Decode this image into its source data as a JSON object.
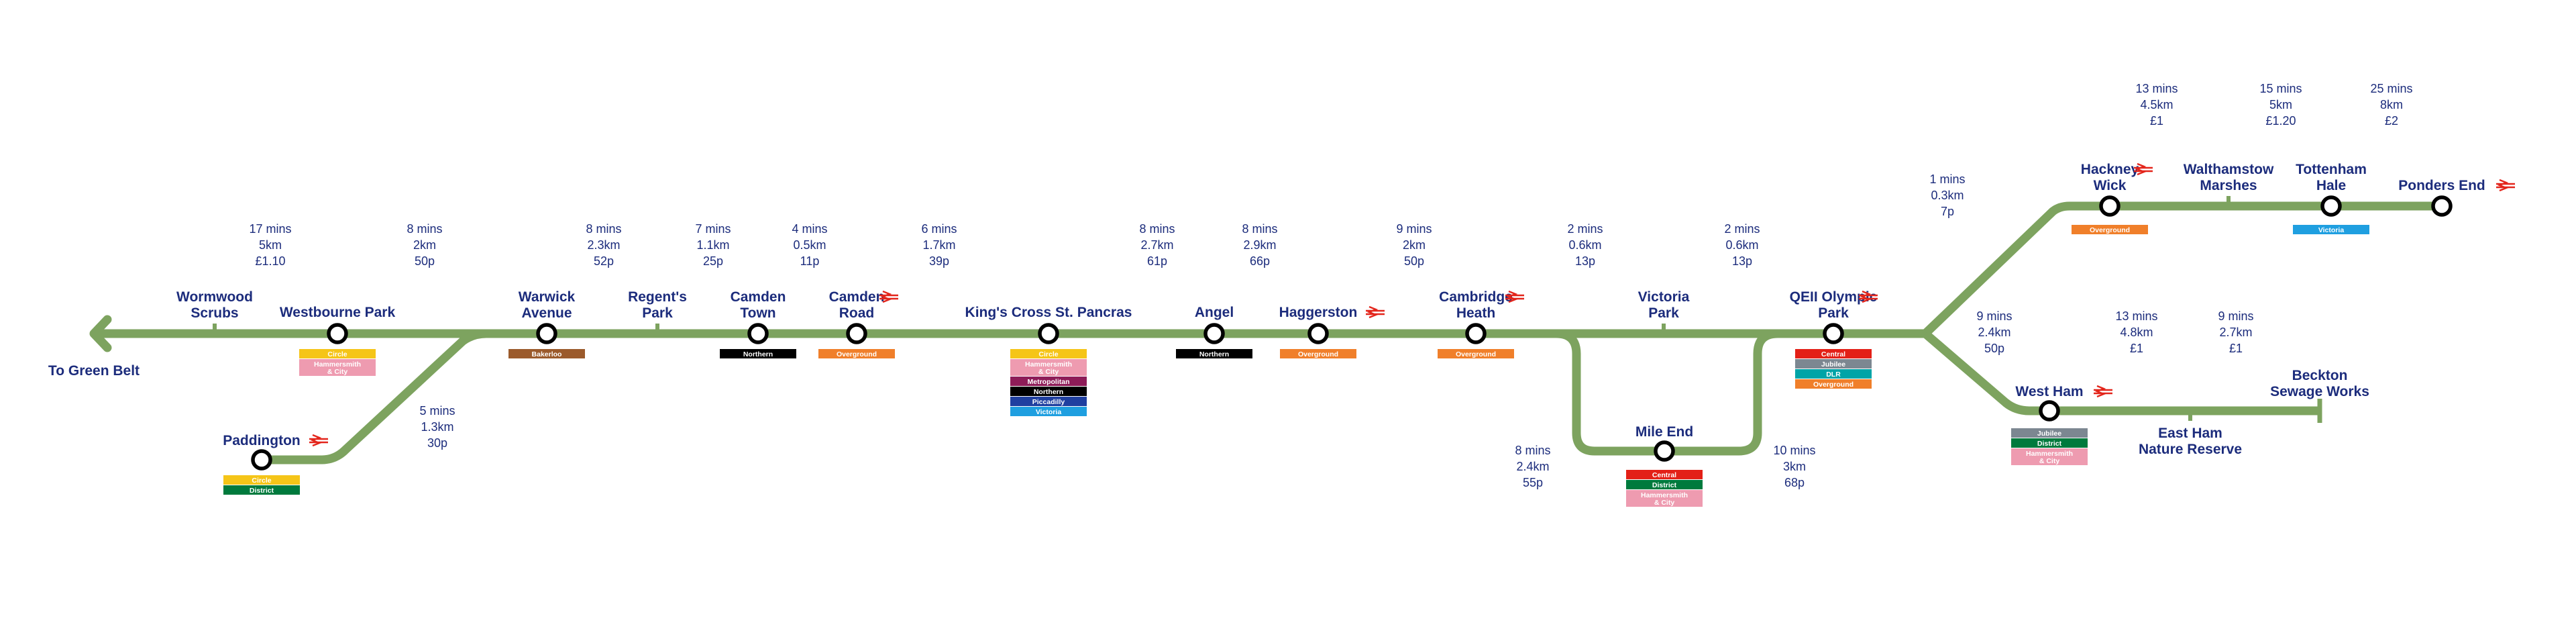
{
  "colors": {
    "route": "#7da35f",
    "text": "#1c2c7c",
    "rail_icon": "#e3251b",
    "Circle": "#f5c518",
    "Hammersmith & City": "#ee9bb0",
    "Metropolitan": "#8e1c58",
    "Northern": "#000000",
    "Piccadilly": "#1f3fa0",
    "Victoria": "#1f9fe0",
    "District": "#007a3d",
    "Bakerloo": "#9b5a2b",
    "Overground": "#f07f2a",
    "Central": "#e32017",
    "Jubilee": "#7c8791",
    "DLR": "#00a4a7"
  },
  "terminus": {
    "label": "To Green Belt",
    "icon": "arrow-left-icon"
  },
  "stations": [
    {
      "id": "wormwood-scrubs",
      "lines": [
        "Wormwood",
        "Scrubs"
      ],
      "kind": "tick"
    },
    {
      "id": "westbourne-park",
      "lines": [
        "Westbourne Park"
      ],
      "kind": "interchange",
      "services": [
        "Circle",
        "Hammersmith & City"
      ]
    },
    {
      "id": "paddington",
      "lines": [
        "Paddington"
      ],
      "kind": "interchange",
      "rail": true,
      "services": [
        "Circle",
        "District"
      ]
    },
    {
      "id": "warwick-avenue",
      "lines": [
        "Warwick",
        "Avenue"
      ],
      "kind": "interchange",
      "services": [
        "Bakerloo"
      ]
    },
    {
      "id": "regents-park",
      "lines": [
        "Regent's",
        "Park"
      ],
      "kind": "tick"
    },
    {
      "id": "camden-town",
      "lines": [
        "Camden",
        "Town"
      ],
      "kind": "interchange",
      "services": [
        "Northern"
      ]
    },
    {
      "id": "camden-road",
      "lines": [
        "Camden",
        "Road"
      ],
      "kind": "interchange",
      "rail": true,
      "services": [
        "Overground"
      ]
    },
    {
      "id": "kings-cross",
      "lines": [
        "King's Cross St. Pancras"
      ],
      "kind": "interchange",
      "services": [
        "Circle",
        "Hammersmith & City",
        "Metropolitan",
        "Northern",
        "Piccadilly",
        "Victoria"
      ]
    },
    {
      "id": "angel",
      "lines": [
        "Angel"
      ],
      "kind": "interchange",
      "services": [
        "Northern"
      ]
    },
    {
      "id": "haggerston",
      "lines": [
        "Haggerston"
      ],
      "kind": "interchange",
      "rail": true,
      "services": [
        "Overground"
      ]
    },
    {
      "id": "cambridge-heath",
      "lines": [
        "Cambridge",
        "Heath"
      ],
      "kind": "interchange",
      "rail": true,
      "services": [
        "Overground"
      ]
    },
    {
      "id": "victoria-park",
      "lines": [
        "Victoria",
        "Park"
      ],
      "kind": "tick"
    },
    {
      "id": "mile-end",
      "lines": [
        "Mile End"
      ],
      "kind": "interchange",
      "services": [
        "Central",
        "District",
        "Hammersmith & City"
      ]
    },
    {
      "id": "qeii-olympic-park",
      "lines": [
        "QEII Olympic",
        "Park"
      ],
      "kind": "interchange",
      "rail": true,
      "services": [
        "Central",
        "Jubilee",
        "DLR",
        "Overground"
      ]
    },
    {
      "id": "hackney-wick",
      "lines": [
        "Hackney",
        "Wick"
      ],
      "kind": "interchange",
      "rail": true,
      "services": [
        "Overground"
      ]
    },
    {
      "id": "walthamstow-marshes",
      "lines": [
        "Walthamstow",
        "Marshes"
      ],
      "kind": "tick"
    },
    {
      "id": "tottenham-hale",
      "lines": [
        "Tottenham",
        "Hale"
      ],
      "kind": "interchange",
      "services": [
        "Victoria"
      ]
    },
    {
      "id": "ponders-end",
      "lines": [
        "Ponders End"
      ],
      "kind": "interchange",
      "rail": true,
      "services": []
    },
    {
      "id": "west-ham",
      "lines": [
        "West Ham"
      ],
      "kind": "interchange",
      "rail": true,
      "services": [
        "Jubilee",
        "District",
        "Hammersmith & City"
      ]
    },
    {
      "id": "east-ham-nature-reserve",
      "lines": [
        "East Ham",
        "Nature Reserve"
      ],
      "kind": "tick"
    },
    {
      "id": "beckton-sewage-works",
      "lines": [
        "Beckton",
        "Sewage Works"
      ],
      "kind": "terminus"
    }
  ],
  "segments": [
    {
      "id": "wormwood-westbourne",
      "lines": [
        "17 mins",
        "5km",
        "£1.10"
      ]
    },
    {
      "id": "westbourne-warwick",
      "lines": [
        "8 mins",
        "2km",
        "50p"
      ]
    },
    {
      "id": "paddington-branch",
      "lines": [
        "5 mins",
        "1.3km",
        "30p"
      ]
    },
    {
      "id": "warwick-regents",
      "lines": [
        "8 mins",
        "2.3km",
        "52p"
      ]
    },
    {
      "id": "regents-camdentown",
      "lines": [
        "7 mins",
        "1.1km",
        "25p"
      ]
    },
    {
      "id": "camdentown-camdenroad",
      "lines": [
        "4 mins",
        "0.5km",
        "11p"
      ]
    },
    {
      "id": "camdenroad-kingscross",
      "lines": [
        "6 mins",
        "1.7km",
        "39p"
      ]
    },
    {
      "id": "kingscross-angel",
      "lines": [
        "8 mins",
        "2.7km",
        "61p"
      ]
    },
    {
      "id": "angel-haggerston",
      "lines": [
        "8 mins",
        "2.9km",
        "66p"
      ]
    },
    {
      "id": "haggerston-cambridge",
      "lines": [
        "9 mins",
        "2km",
        "50p"
      ]
    },
    {
      "id": "cambridge-victoriapark",
      "lines": [
        "2 mins",
        "0.6km",
        "13p"
      ]
    },
    {
      "id": "victoriapark-qeii",
      "lines": [
        "2 mins",
        "0.6km",
        "13p"
      ]
    },
    {
      "id": "cambridge-mileend",
      "lines": [
        "8 mins",
        "2.4km",
        "55p"
      ]
    },
    {
      "id": "mileend-qeii",
      "lines": [
        "10 mins",
        "3km",
        "68p"
      ]
    },
    {
      "id": "qeii-hackneywick",
      "lines": [
        "1 mins",
        "0.3km",
        "7p"
      ]
    },
    {
      "id": "hackneywick-walthamstow",
      "lines": [
        "13 mins",
        "4.5km",
        "£1"
      ]
    },
    {
      "id": "walthamstow-tottenham",
      "lines": [
        "15 mins",
        "5km",
        "£1.20"
      ]
    },
    {
      "id": "tottenham-ponders",
      "lines": [
        "25 mins",
        "8km",
        "£2"
      ]
    },
    {
      "id": "qeii-westham",
      "lines": [
        "9 mins",
        "2.4km",
        "50p"
      ]
    },
    {
      "id": "westham-eastham",
      "lines": [
        "13 mins",
        "4.8km",
        "£1"
      ]
    },
    {
      "id": "eastham-beckton",
      "lines": [
        "9 mins",
        "2.7km",
        "£1"
      ]
    }
  ]
}
